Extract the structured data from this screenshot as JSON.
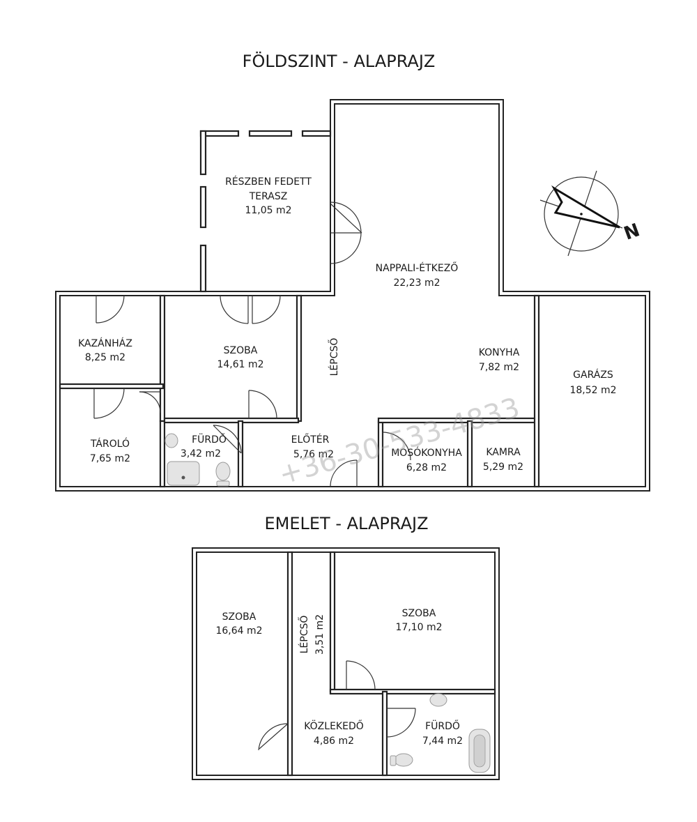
{
  "titles": {
    "ground": "FÖLDSZINT - ALAPRAJZ",
    "upper": "EMELET - ALAPRAJZ"
  },
  "ground_rooms": {
    "terrace_name_1": "RÉSZBEN FEDETT",
    "terrace_name_2": "TERASZ",
    "terrace_area": "11,05 m2",
    "living_name": "NAPPALI-ÉTKEZŐ",
    "living_area": "22,23 m2",
    "boiler_name": "KAZÁNHÁZ",
    "boiler_area": "8,25 m2",
    "room_name": "SZOBA",
    "room_area": "14,61 m2",
    "stairs_name": "LÉPCSŐ",
    "kitchen_name": "KONYHA",
    "kitchen_area": "7,82 m2",
    "garage_name": "GARÁZS",
    "garage_area": "18,52 m2",
    "storage_name": "TÁROLÓ",
    "storage_area": "7,65 m2",
    "bath_name": "FÜRDŐ",
    "bath_area": "3,42 m2",
    "hall_name": "ELŐTÉR",
    "hall_area": "5,76 m2",
    "laundry_name": "MOSÓKONYHA",
    "laundry_area": "6,28 m2",
    "pantry_name": "KAMRA",
    "pantry_area": "5,29 m2"
  },
  "upper_rooms": {
    "room1_name": "SZOBA",
    "room1_area": "16,64 m2",
    "stairs_name": "LÉPCSŐ",
    "stairs_area": "3,51 m2",
    "room2_name": "SZOBA",
    "room2_area": "17,10 m2",
    "corridor_name": "KÖZLEKEDŐ",
    "corridor_area": "4,86 m2",
    "bath_name": "FÜRDŐ",
    "bath_area": "7,44 m2"
  },
  "compass": {
    "label": "N",
    "icon": "north-arrow-icon"
  },
  "watermark": "+36-30-533-4833",
  "colors": {
    "wall": "#222222",
    "fixture": "#e4e4e4",
    "watermark": "#969696"
  }
}
